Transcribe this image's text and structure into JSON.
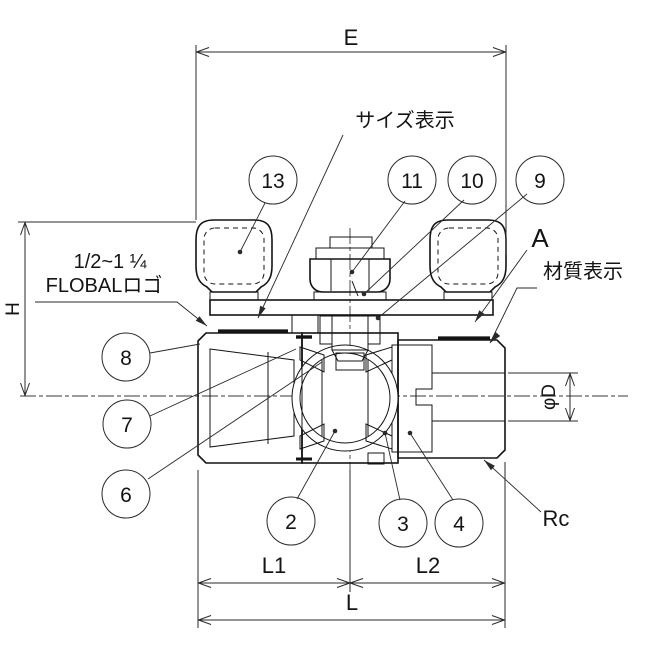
{
  "dimensions": {
    "overall_handle_width": "E",
    "height": "H",
    "bore_diameter": "φD",
    "thread_type": "Rc",
    "left_length": "L1",
    "right_length": "L2",
    "total_length": "L",
    "handle_ref": "A"
  },
  "annotations": {
    "size_marking": "サイズ表示",
    "size_range": "1/2~1 ¼",
    "logo": "FLOBALロゴ",
    "material_marking": "材質表示"
  },
  "callouts": [
    {
      "number": "13"
    },
    {
      "number": "11"
    },
    {
      "number": "10"
    },
    {
      "number": "9"
    },
    {
      "number": "8"
    },
    {
      "number": "7"
    },
    {
      "number": "6"
    },
    {
      "number": "2"
    },
    {
      "number": "3"
    },
    {
      "number": "4"
    }
  ],
  "colors": {
    "line": "#141414",
    "background": "#ffffff"
  }
}
